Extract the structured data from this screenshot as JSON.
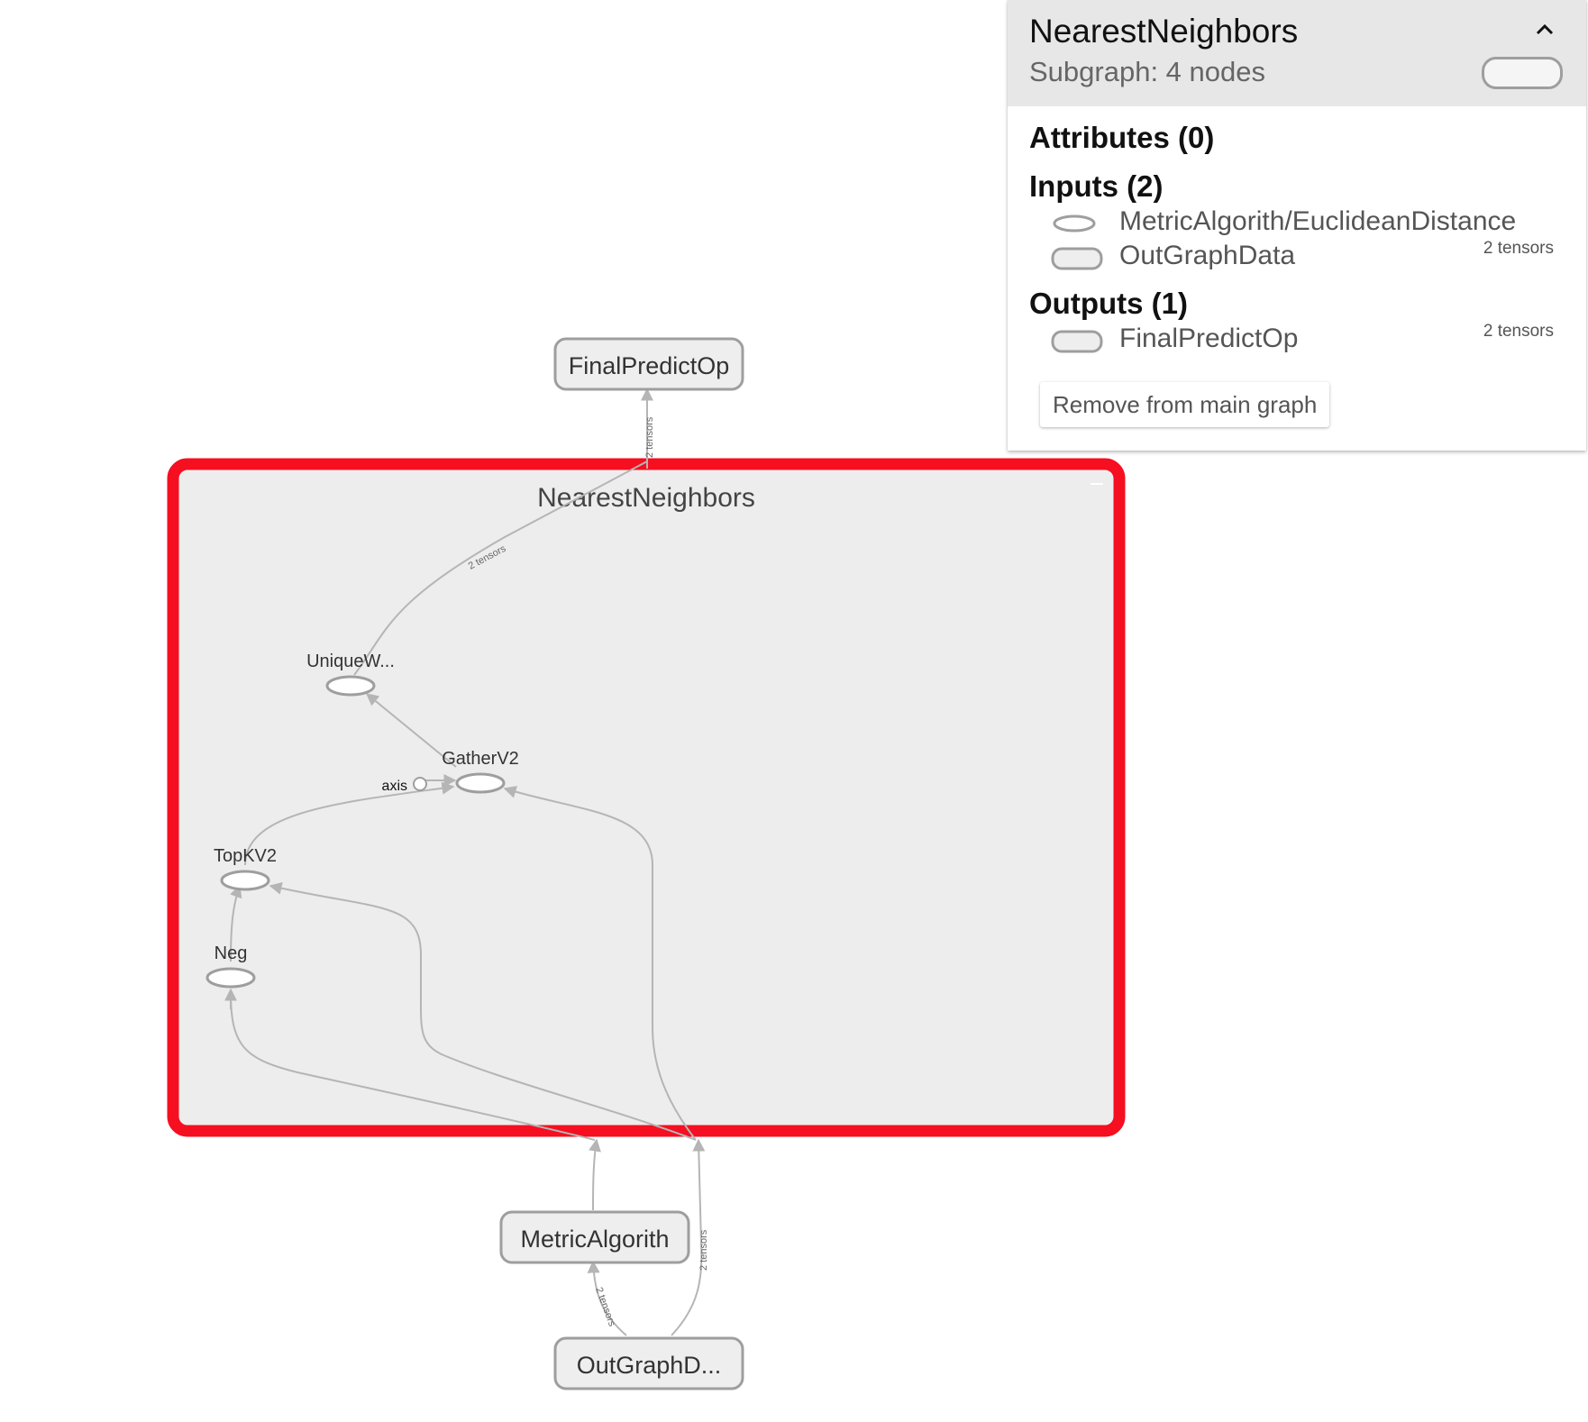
{
  "graph": {
    "cluster_title": "NearestNeighbors",
    "nodes": {
      "final_predict": "FinalPredictOp",
      "metric_algorith": "MetricAlgorith",
      "out_graph": "OutGraphD...",
      "unique": "UniqueW...",
      "gather": "GatherV2",
      "topk": "TopKV2",
      "neg": "Neg",
      "axis_const": "axis"
    },
    "edge_labels": {
      "final_to_cluster": "2 tensors",
      "cluster_internal": "2 tensors",
      "out_to_cluster": "2 tensors",
      "out_to_metric": "2 tensors"
    },
    "colors": {
      "selection_border": "#f50f20",
      "cluster_fill": "#ededed",
      "edge": "#b5b5b5",
      "node_stroke": "#9e9e9e"
    }
  },
  "info_card": {
    "title": "NearestNeighbors",
    "subtitle": "Subgraph: 4 nodes",
    "attributes_title": "Attributes (0)",
    "inputs_title": "Inputs (2)",
    "inputs": [
      {
        "name": "MetricAlgorith/EuclideanDistance",
        "count": "",
        "icon": "op-node-ellipse-icon"
      },
      {
        "name": "OutGraphData",
        "count": "2 tensors",
        "icon": "meta-node-rect-icon"
      }
    ],
    "outputs_title": "Outputs (1)",
    "outputs": [
      {
        "name": "FinalPredictOp",
        "count": "2 tensors",
        "icon": "meta-node-rect-icon"
      }
    ],
    "remove_button": "Remove from main graph",
    "collapse_icon": "chevron-up-icon"
  }
}
